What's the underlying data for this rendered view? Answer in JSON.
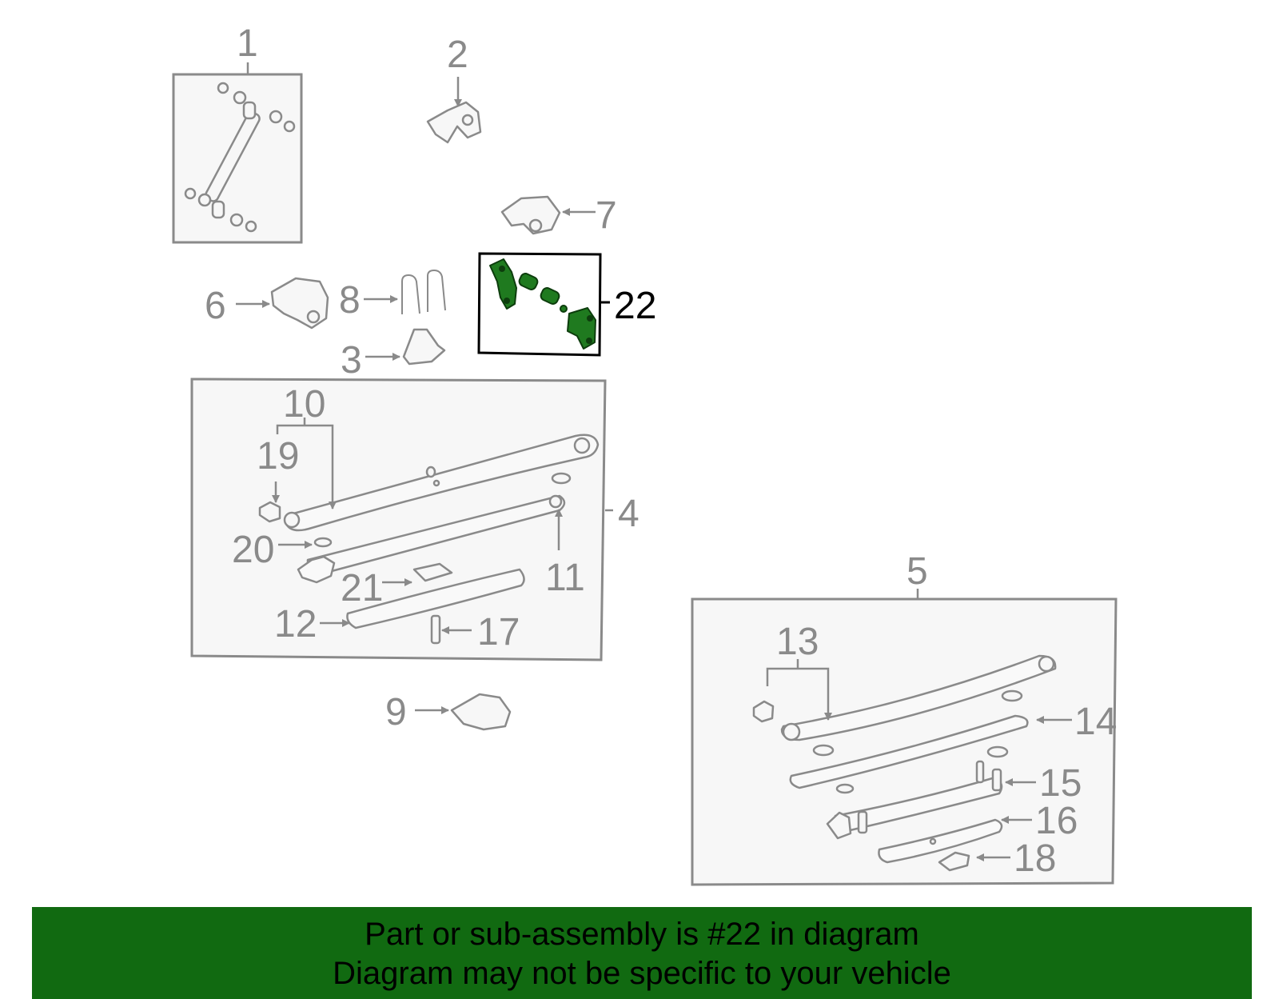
{
  "callouts": {
    "c1": "1",
    "c2": "2",
    "c3": "3",
    "c4": "4",
    "c5": "5",
    "c6": "6",
    "c7": "7",
    "c8": "8",
    "c9": "9",
    "c10": "10",
    "c11": "11",
    "c12": "12",
    "c13": "13",
    "c14": "14",
    "c15": "15",
    "c16": "16",
    "c17": "17",
    "c18": "18",
    "c19": "19",
    "c20": "20",
    "c21": "21",
    "c22": "22"
  },
  "highlight_part": "22",
  "colors": {
    "highlight_part": "#1f7a1f",
    "banner_background": "#116a11",
    "line_gray": "#8a8a8a"
  },
  "banner": {
    "line1": "Part or sub-assembly is #22 in diagram",
    "line2": "Diagram may not be specific to your vehicle"
  }
}
